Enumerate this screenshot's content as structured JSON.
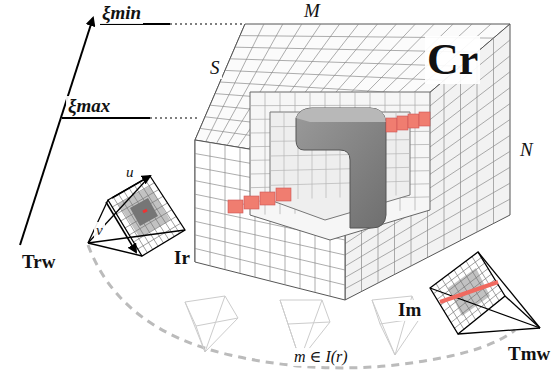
{
  "diagram": {
    "labels": [
      "ξmin",
      "M",
      "S",
      "Cr",
      "ξmax",
      "N",
      "u",
      "v",
      "Ir",
      "Trw",
      "Im",
      "Tmw",
      "m ∈ I(r)"
    ]
  }
}
